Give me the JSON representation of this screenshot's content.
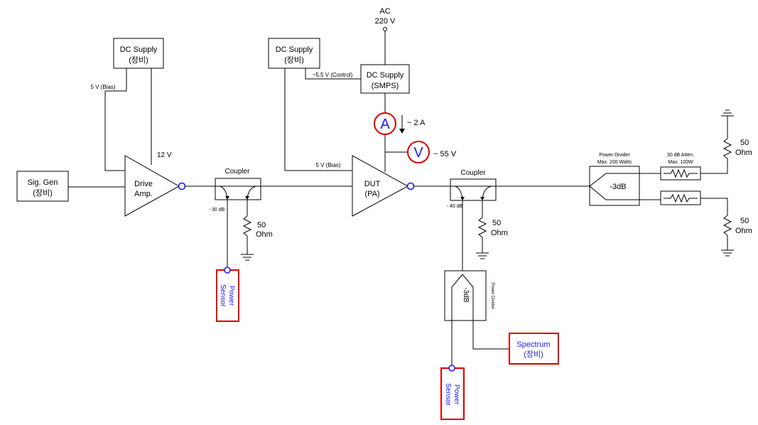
{
  "colors": {
    "line": "#000000",
    "meter_red": "#dd0000",
    "meter_blue": "#1a1aff",
    "port_blue": "#1a1aff",
    "instrument_border": "#dd0000",
    "instrument_text": "#1a1aff"
  },
  "ac_source": {
    "line1": "AC",
    "line2": "220 V"
  },
  "dc_supply_1": {
    "line1": "DC Supply",
    "line2": "(장비)"
  },
  "dc_supply_2": {
    "line1": "DC Supply",
    "line2": "(장비)"
  },
  "dc_supply_smps": {
    "line1": "DC Supply",
    "line2": "(SMPS)"
  },
  "sig_gen": {
    "line1": "Sig. Gen",
    "line2": "(장비)"
  },
  "drive_amp": {
    "line1": "Drive",
    "line2": "Amp."
  },
  "dut": {
    "line1": "DUT",
    "line2": "(PA)"
  },
  "labels": {
    "bias_5v_left": "5 V (Bias)",
    "bias_5v_dut": "5 V (Bias)",
    "v12": "12 V",
    "control": "~5.5 V (Control)",
    "current": "~ 2 A",
    "voltage": "~ 55 V"
  },
  "meters": {
    "ammeter": "A",
    "voltmeter": "V"
  },
  "coupler_1": {
    "label": "Coupler",
    "coupling": "- 30 dB"
  },
  "coupler_2": {
    "label": "Coupler",
    "coupling": "- 40 dB"
  },
  "load_ohm": {
    "value": "50",
    "unit": "Ohm"
  },
  "power_divider_main": {
    "title1": "Power Divider",
    "title2": "Max. 200 Watts",
    "loss": "-3dB"
  },
  "attenuator": {
    "line1": "30 dB Atten.",
    "line2": "Max. 100W"
  },
  "power_divider_small": {
    "title": "Power Divider",
    "loss": "-3dB"
  },
  "power_sensor": {
    "line1": "Power",
    "line2": "Sensor"
  },
  "spectrum": {
    "line1": "Spectrum",
    "line2": "(장비)"
  }
}
